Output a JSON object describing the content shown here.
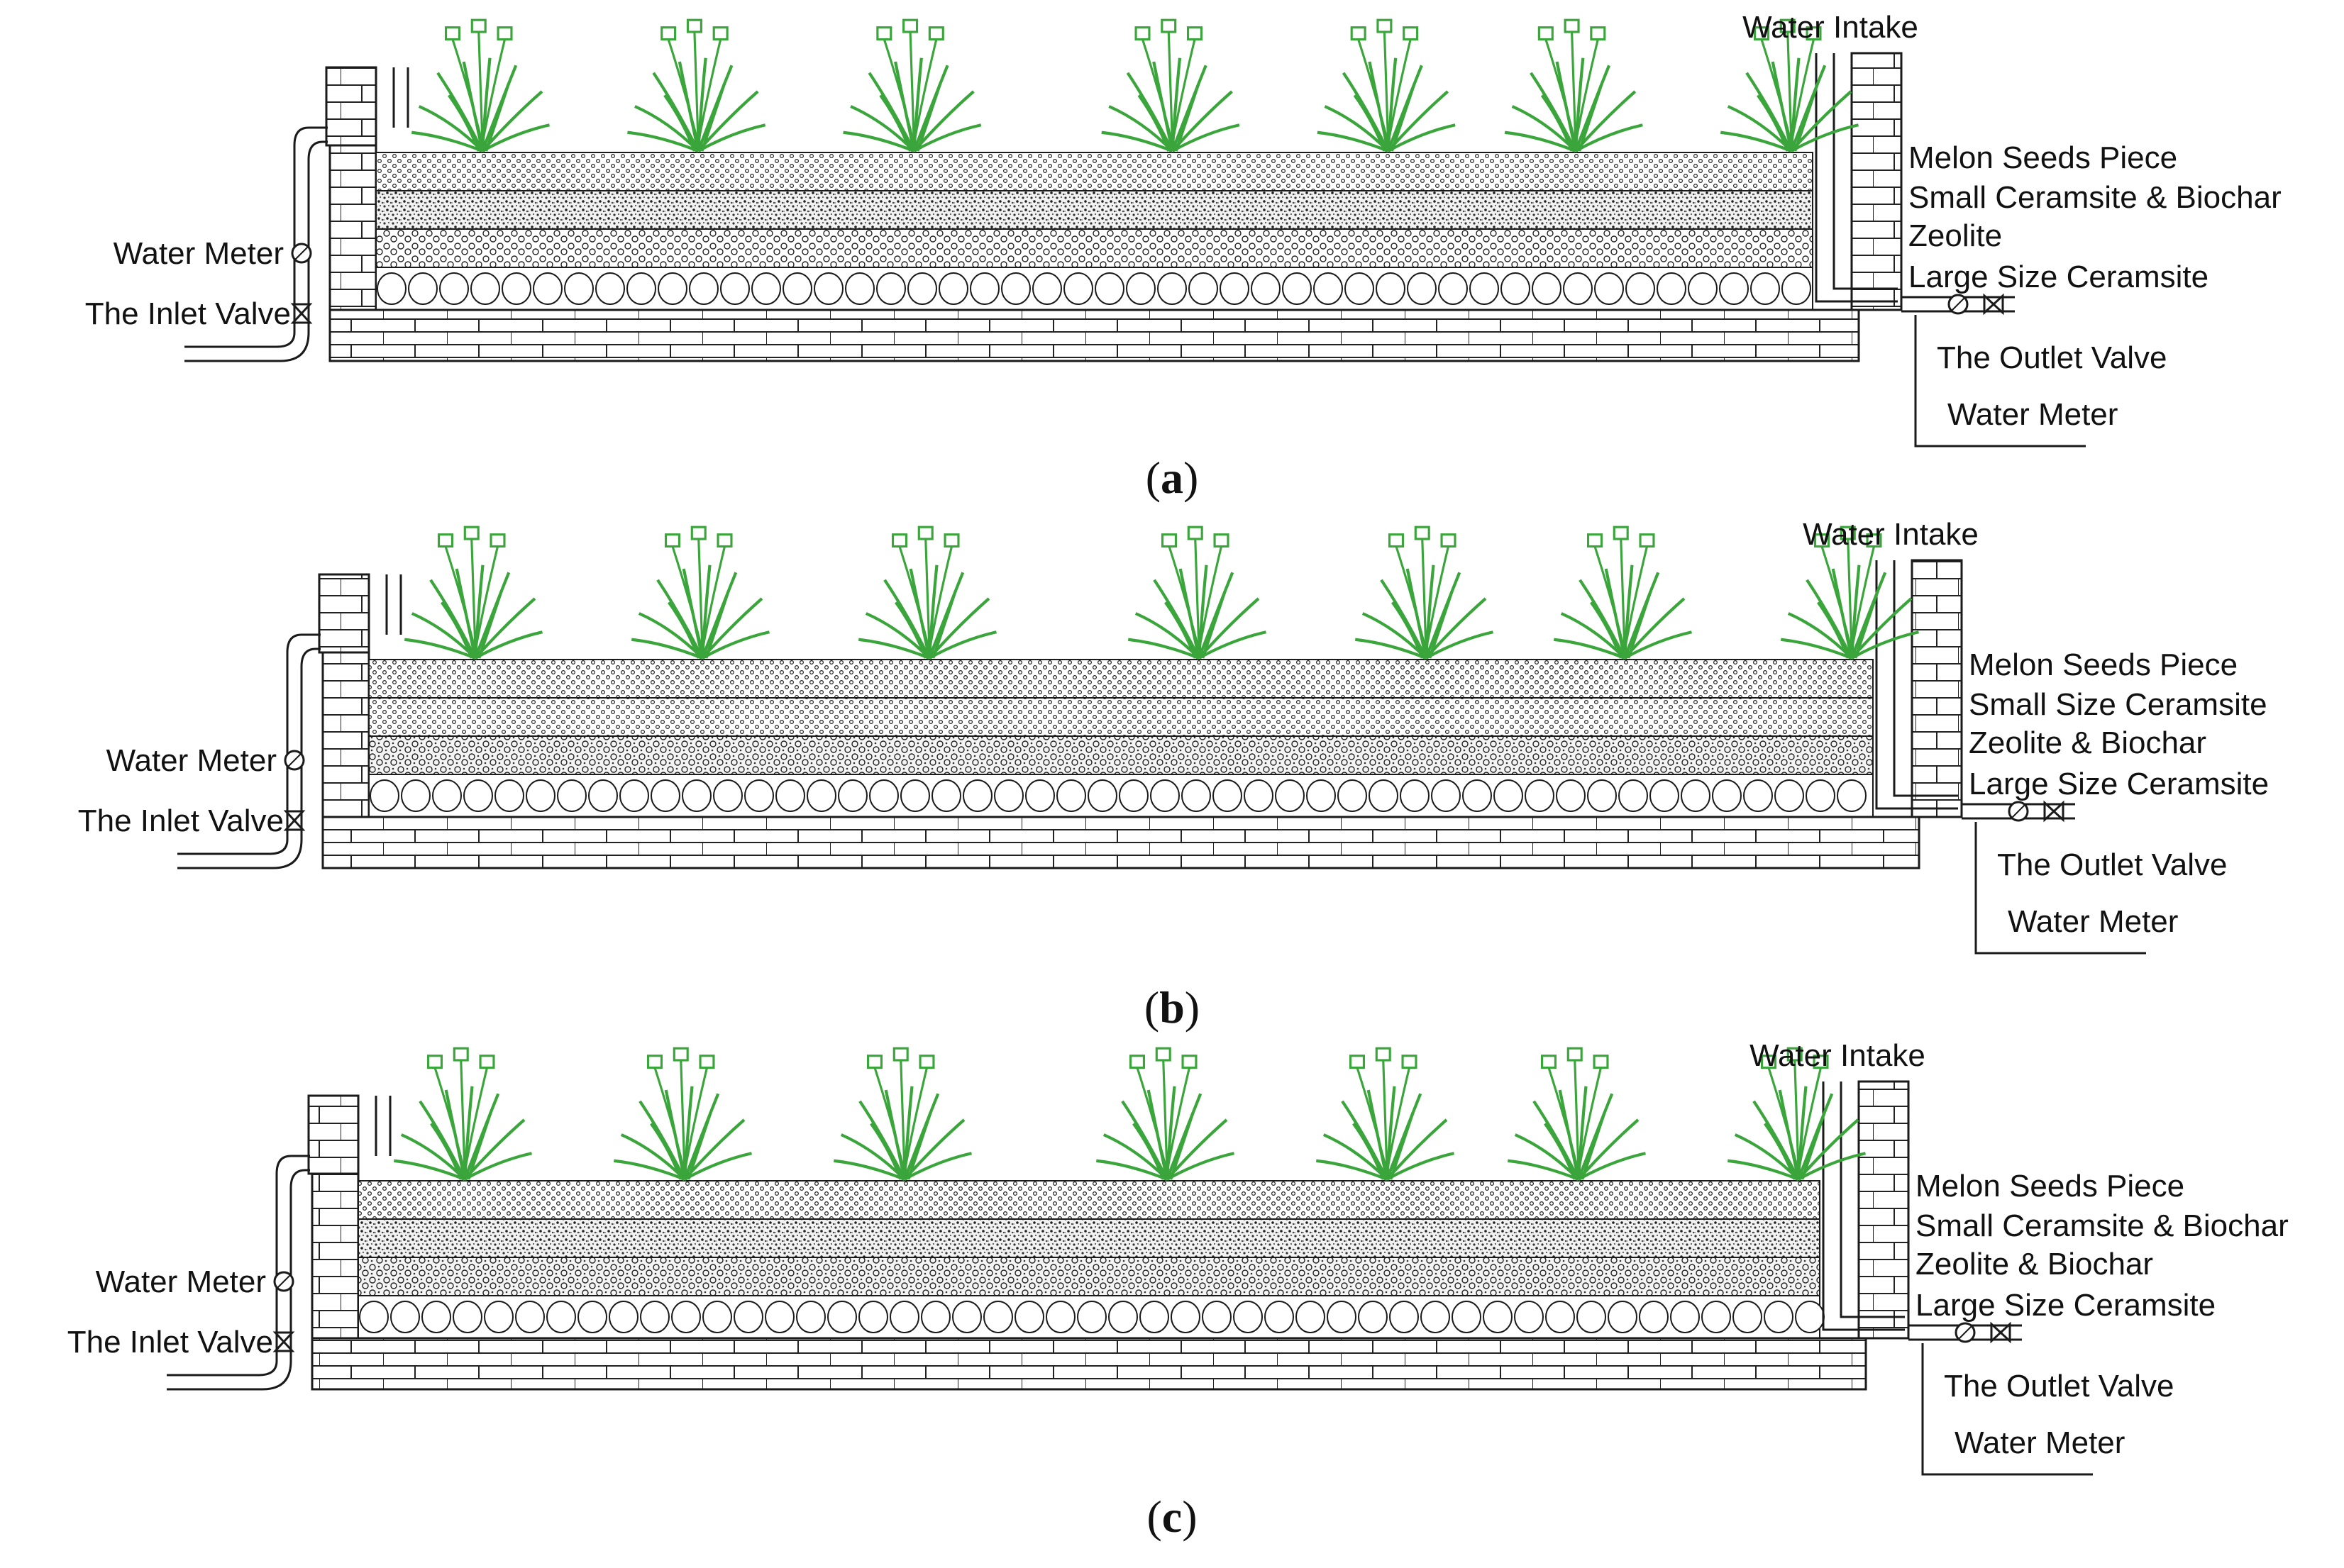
{
  "panels": [
    {
      "id": "a",
      "caption_letter": "a",
      "left_labels": {
        "meter": "Water Meter",
        "valve": "The Inlet Valve"
      },
      "intake": "Water Intake",
      "layers": [
        "Melon Seeds Piece",
        "Small Ceramsite & Biochar",
        "Zeolite",
        "Large Size Ceramsite"
      ],
      "outlet": {
        "valve": "The Outlet Valve",
        "meter": "Water Meter"
      }
    },
    {
      "id": "b",
      "caption_letter": "b",
      "left_labels": {
        "meter": "Water Meter",
        "valve": "The Inlet Valve"
      },
      "intake": "Water Intake",
      "layers": [
        "Melon Seeds Piece",
        "Small Size Ceramsite",
        "Zeolite & Biochar",
        "Large Size Ceramsite"
      ],
      "outlet": {
        "valve": "The Outlet Valve",
        "meter": "Water Meter"
      }
    },
    {
      "id": "c",
      "caption_letter": "c",
      "left_labels": {
        "meter": "Water Meter",
        "valve": "The Inlet Valve"
      },
      "intake": "Water Intake",
      "layers": [
        "Melon Seeds Piece",
        "Small Ceramsite & Biochar",
        "Zeolite & Biochar",
        "Large Size Ceramsite"
      ],
      "outlet": {
        "valve": "The Outlet Valve",
        "meter": "Water Meter"
      }
    }
  ],
  "colors": {
    "line": "#1a1a1a",
    "plant": "#3aa53a",
    "background": "#ffffff"
  },
  "icons": [
    "plant-icon",
    "water-meter-icon",
    "valve-icon"
  ]
}
